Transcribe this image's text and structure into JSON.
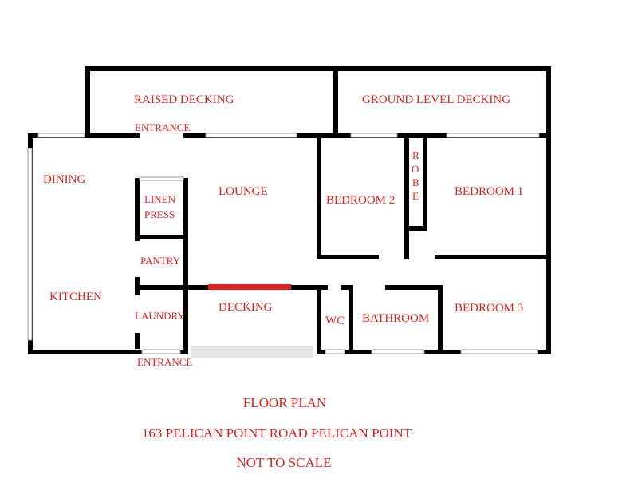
{
  "rooms": {
    "raised_decking": "RAISED DECKING",
    "ground_level_decking": "GROUND LEVEL DECKING",
    "entrance_top": "ENTRANCE",
    "dining": "DINING",
    "linen_press_line1": "LINEN",
    "linen_press_line2": "PRESS",
    "lounge": "LOUNGE",
    "bedroom_2": "BEDROOM 2",
    "robe": [
      "R",
      "O",
      "B",
      "E"
    ],
    "bedroom_1": "BEDROOM 1",
    "pantry": "PANTRY",
    "kitchen": "KITCHEN",
    "laundry": "LAUNDRY",
    "decking": "DECKING",
    "wc": "WC",
    "bathroom": "BATHROOM",
    "bedroom_3": "BEDROOM 3",
    "entrance_bottom": "ENTRANCE"
  },
  "caption": {
    "title": "FLOOR PLAN",
    "address": "163 PELICAN POINT ROAD PELICAN POINT",
    "note": "NOT TO SCALE"
  },
  "colors": {
    "wall": "#000000",
    "label": "#e0211d",
    "window": "#ffffff",
    "highlight_door": "#e0211d"
  }
}
